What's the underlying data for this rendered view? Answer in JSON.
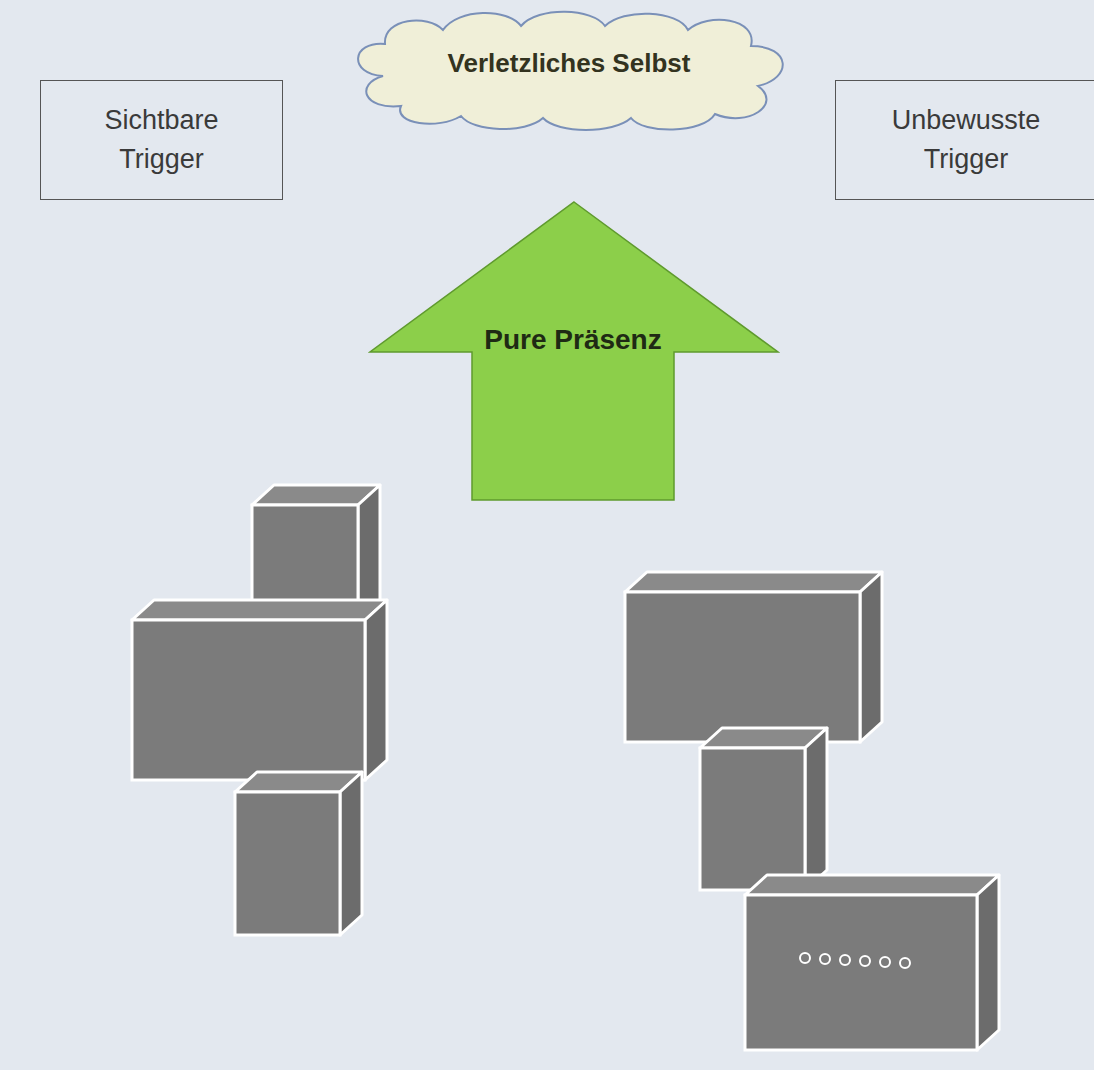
{
  "diagram": {
    "nodes": [
      {
        "text": [
          "Sichtbare Trigger"
        ]
      },
      {
        "text": [
          "Verletzliches Selbst"
        ]
      },
      {
        "text": [
          "Unbewusste Trigger"
        ]
      },
      {
        "text": [
          "Pure Präsenz"
        ]
      }
    ]
  }
}
